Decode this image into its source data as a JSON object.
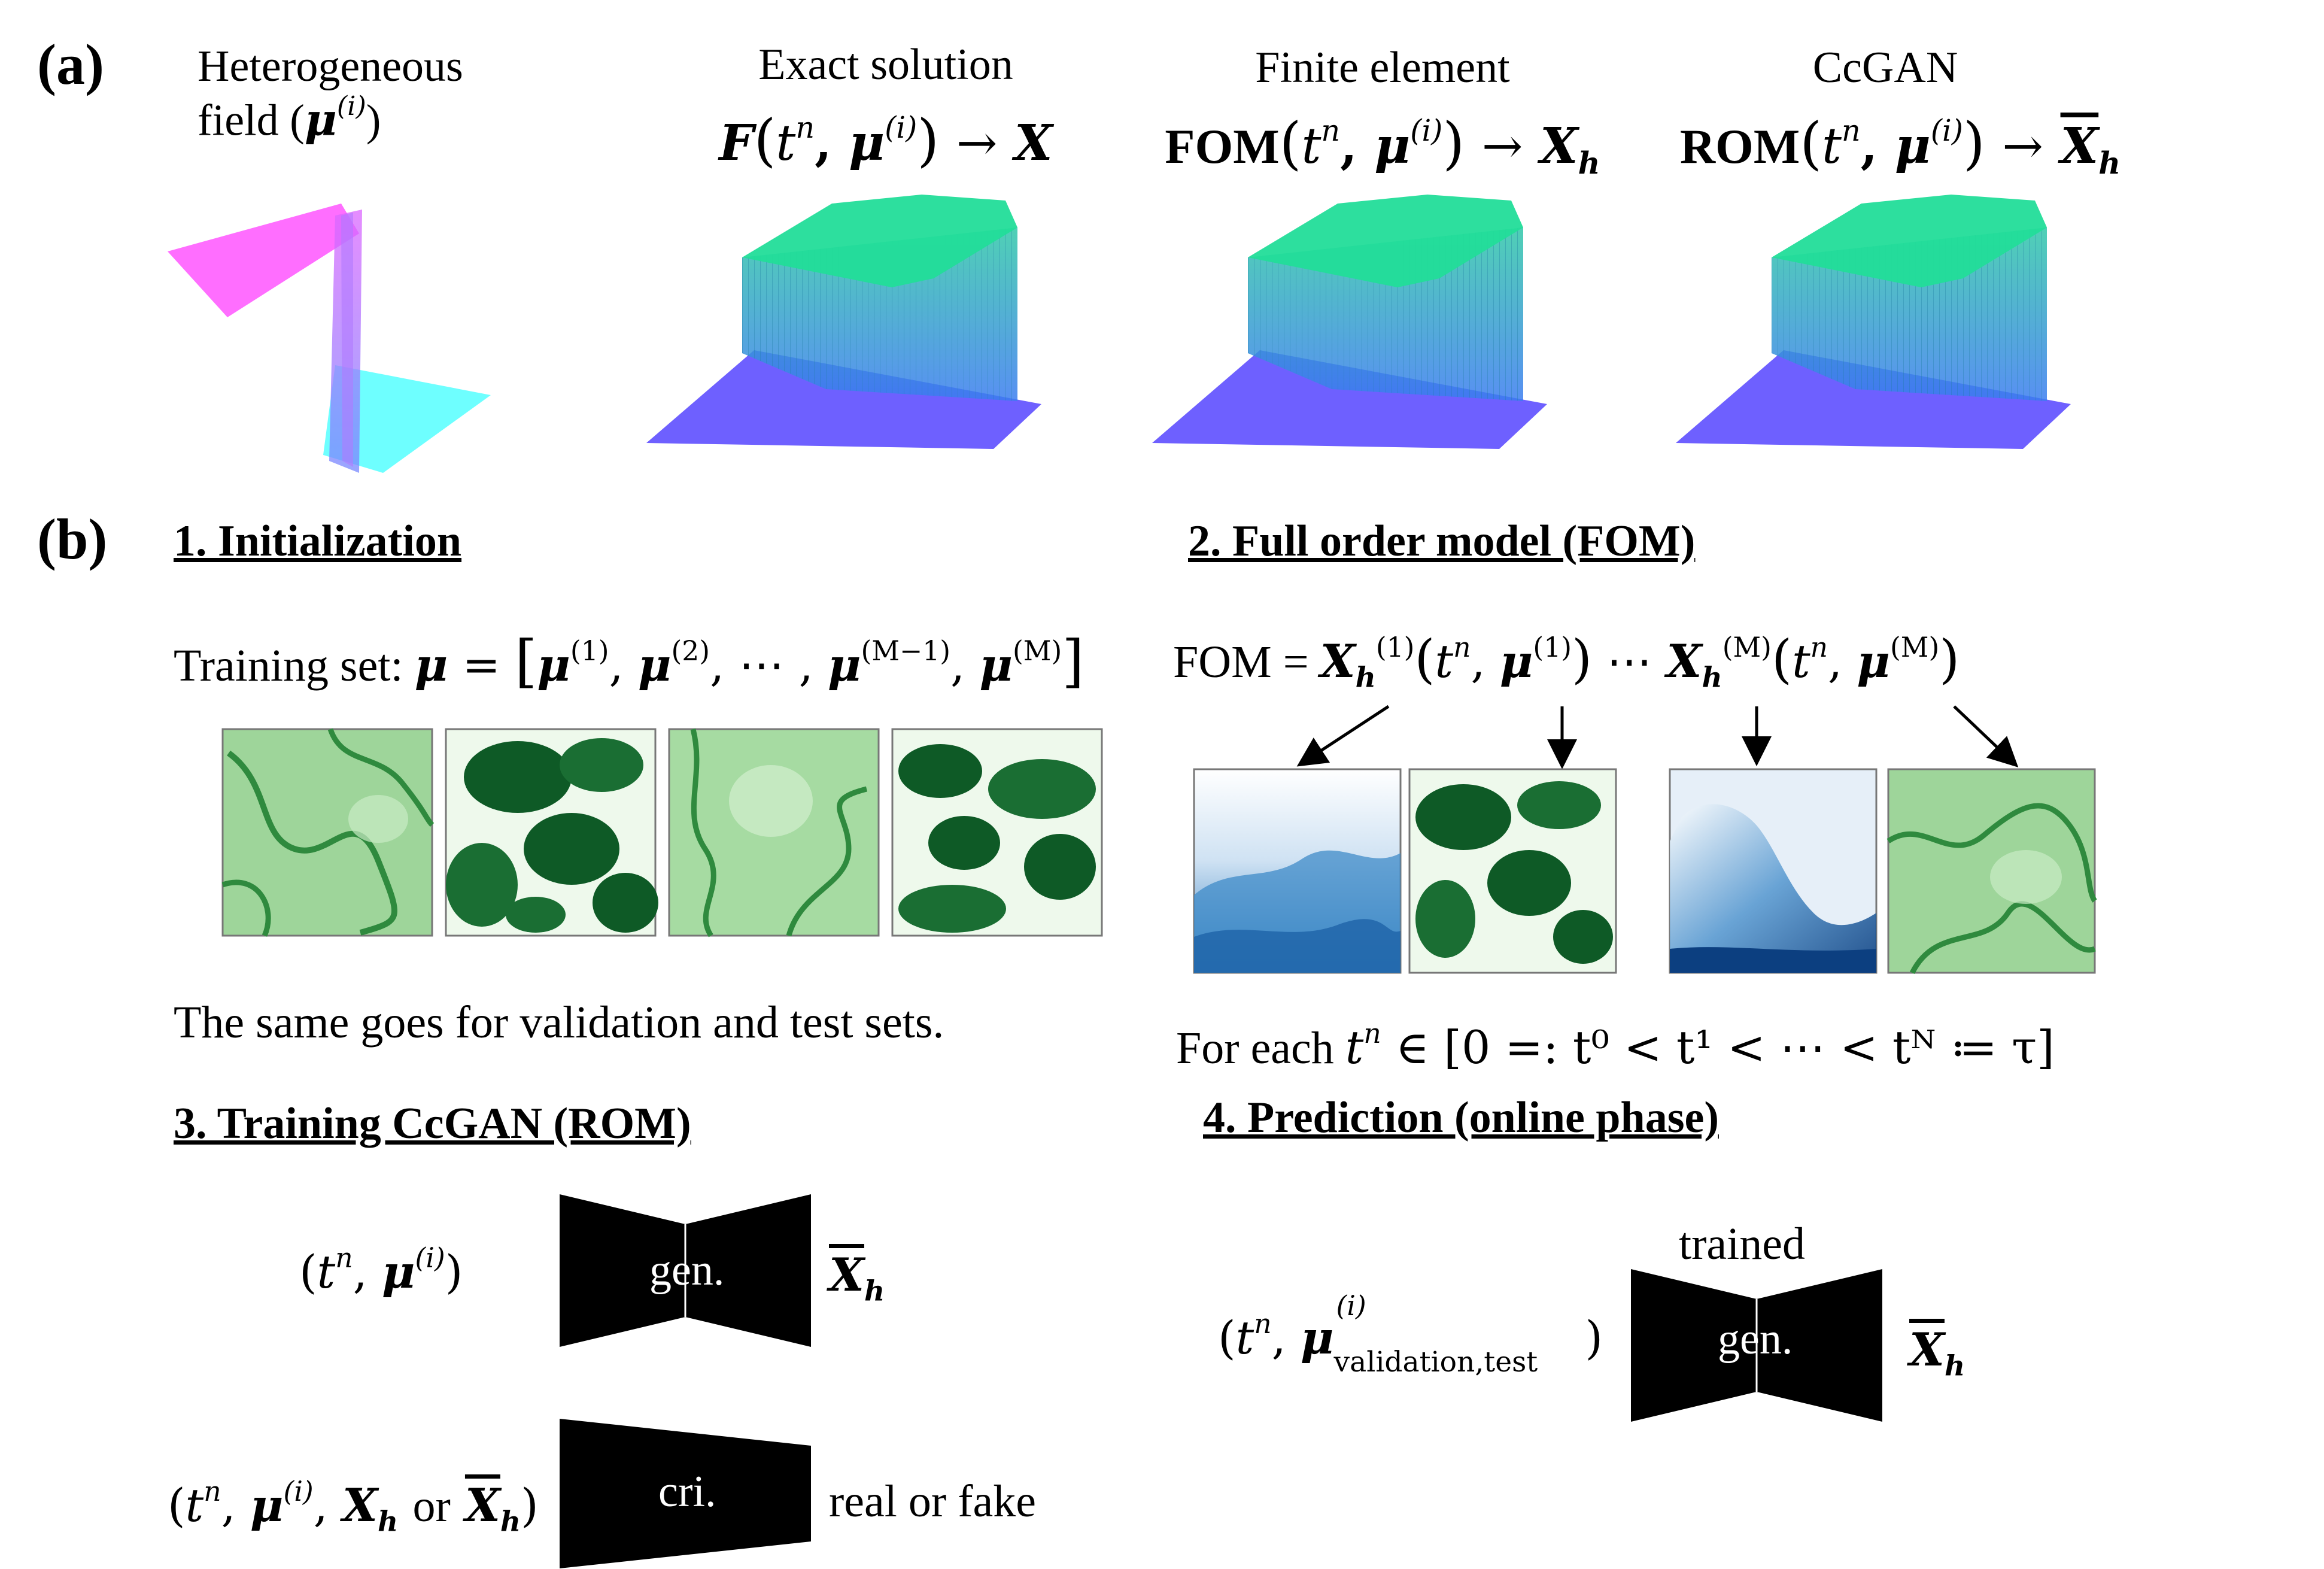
{
  "panel_a": {
    "label": "(a)",
    "columns": [
      {
        "title_line1": "Heterogeneous",
        "title_line2": "field (",
        "title_tail": ")",
        "param_symbol": "μ",
        "param_sup": "(i)"
      },
      {
        "title": "Exact solution",
        "eq_func": "F",
        "eq_arg_t": "t",
        "eq_arg_sup": "n",
        "eq_arg_mu": "μ",
        "eq_arg_mu_sup": "(i)",
        "eq_arrow": "→",
        "eq_out": "X"
      },
      {
        "title": "Finite element",
        "eq_func": "FOM",
        "eq_arg_t": "t",
        "eq_arg_sup": "n",
        "eq_arg_mu": "μ",
        "eq_arg_mu_sup": "(i)",
        "eq_arrow": "→",
        "eq_out": "X",
        "eq_out_sub": "h"
      },
      {
        "title": "CcGAN",
        "eq_func": "ROM",
        "eq_arg_t": "t",
        "eq_arg_sup": "n",
        "eq_arg_mu": "μ",
        "eq_arg_mu_sup": "(i)",
        "eq_arrow": "→",
        "eq_out": "X",
        "eq_out_sub": "h"
      }
    ],
    "colors": {
      "field_top": "#ff66ff",
      "field_bottom": "#55ffff",
      "solution_top": "#22dd99",
      "solution_base": "#5544ff"
    }
  },
  "panel_b": {
    "label": "(b)",
    "step1": {
      "heading": "1. Initialization",
      "training_prefix": "Training set: ",
      "mu": "μ",
      "eq_sign": " = ",
      "terms_sup": [
        "(1)",
        "(2)",
        "(M−1)",
        "(M)"
      ],
      "ellipsis": "⋯",
      "note": "The same goes for validation and test sets."
    },
    "step2": {
      "heading": "2. Full order model (FOM)",
      "fom_prefix": "FOM = ",
      "X": "X",
      "h": "h",
      "sup_1": "(1)",
      "sup_M": "(M)",
      "dots": "⋯",
      "for_each": "For each ",
      "interval": "∈ [0 =: t⁰ < t¹ < ⋯ < tᴺ ≔ τ]"
    },
    "step3": {
      "heading": "3. Training CcGAN (ROM)",
      "gen_label": "gen.",
      "cri_label": "cri.",
      "cri_or": "or",
      "cri_output": "real or fake"
    },
    "step4": {
      "heading": "4. Prediction (online phase)",
      "trained_label": "trained",
      "gen_label": "gen.",
      "mu_sub": "validation,test"
    }
  }
}
